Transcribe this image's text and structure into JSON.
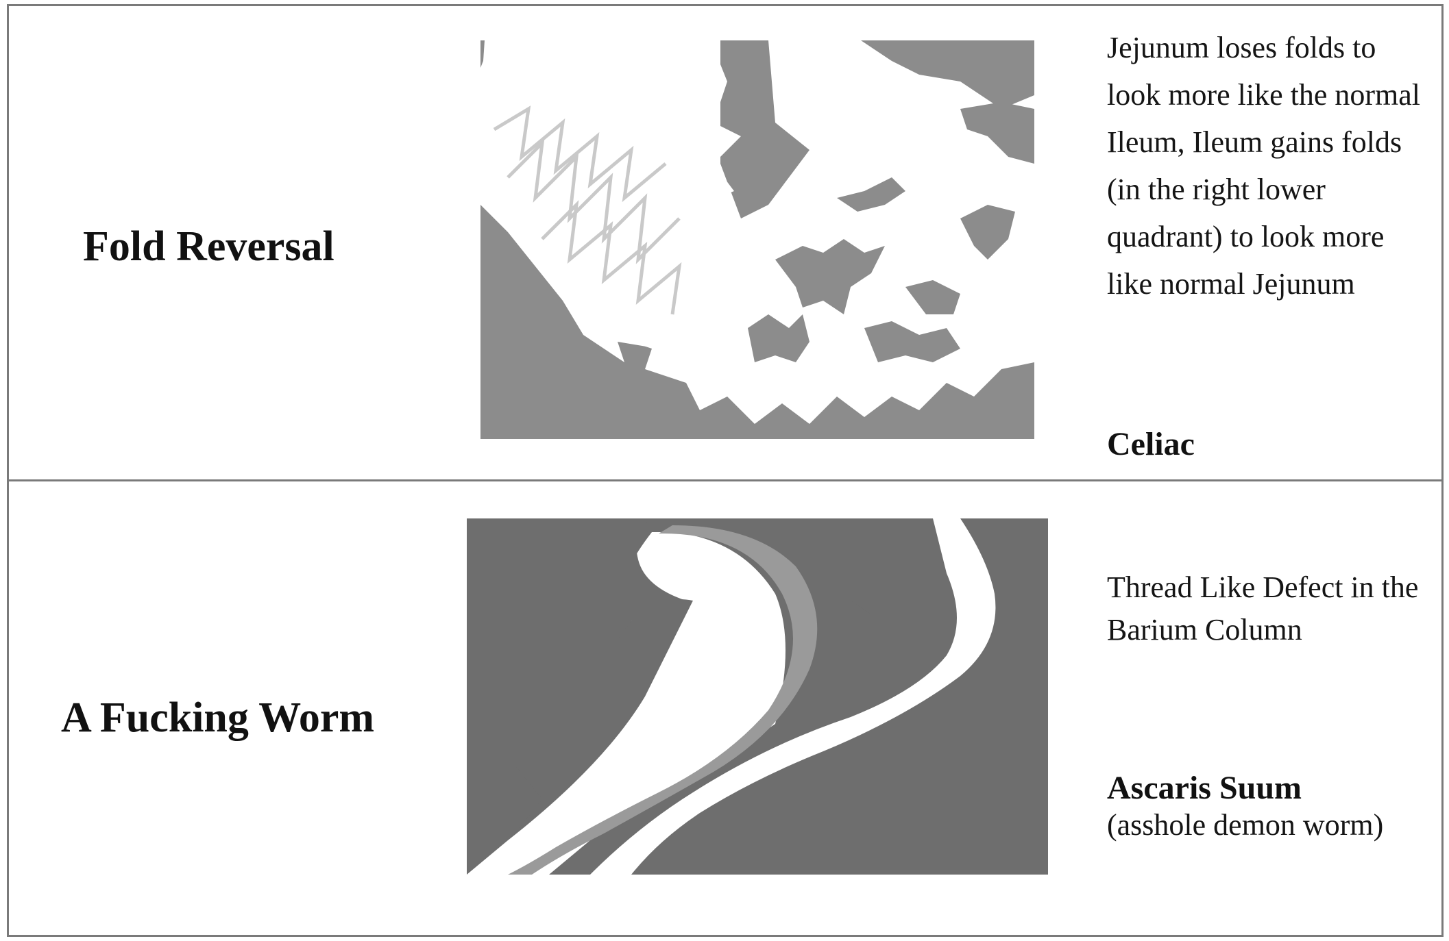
{
  "rows": [
    {
      "term": "Fold Reversal",
      "description": "Jejunum loses folds to look more like the normal Ileum, Ileum gains folds (in the right lower quadrant) to look more like normal Jejunum",
      "answer": "Celiac",
      "answer_sub": ""
    },
    {
      "term": "A Fucking Worm",
      "description": "Thread Like Defect in the Barium Column",
      "answer": "Ascaris Suum",
      "answer_sub": "(asshole demon worm)"
    }
  ],
  "colors": {
    "barium_gray": "#8c8c8c",
    "soft_tissue_dark": "#6e6e6e",
    "worm_gray": "#9a9a9a",
    "fold_line_gray": "#c9c9c9",
    "border_gray": "#7a7a7a"
  }
}
